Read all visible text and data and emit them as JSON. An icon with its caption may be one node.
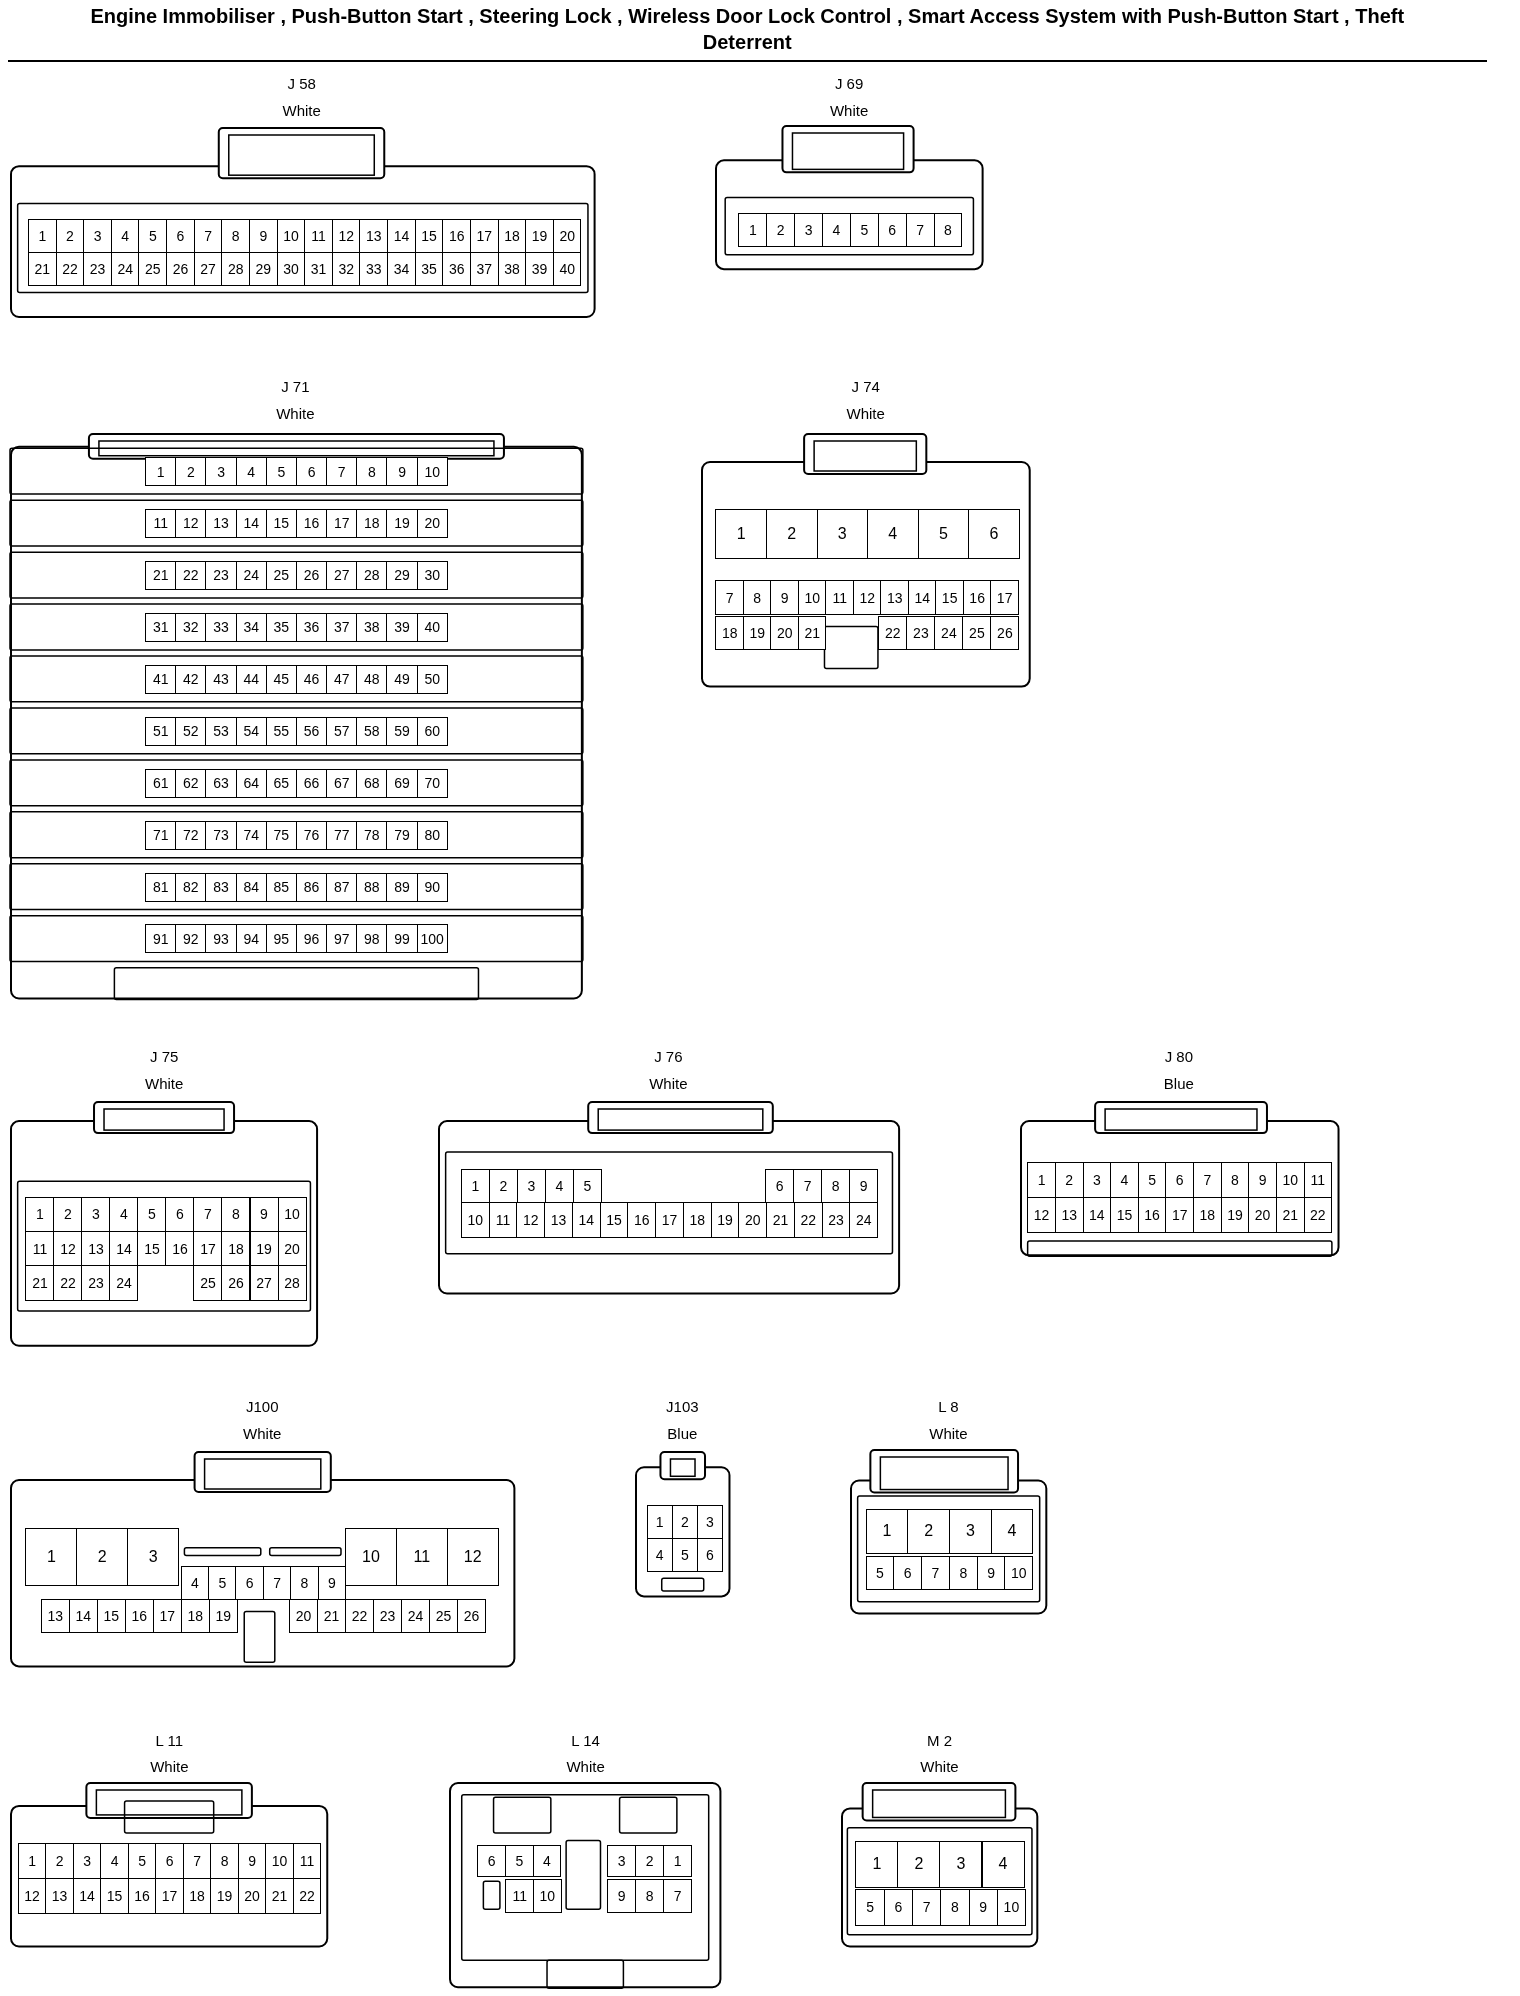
{
  "diagram": {
    "title": "Engine Immobiliser , Push-Button Start , Steering Lock , Wireless Door Lock Control , Smart Access System with Push-Button Start , Theft Deterrent",
    "nodes": [
      {
        "text": [
          "J 58",
          "White"
        ]
      },
      {
        "text": [
          "1"
        ],
        "in": 0
      },
      {
        "text": [
          "2"
        ],
        "in": 0
      },
      {
        "text": [
          "3"
        ],
        "in": 0
      },
      {
        "text": [
          "4"
        ],
        "in": 0
      },
      {
        "text": [
          "5"
        ],
        "in": 0
      },
      {
        "text": [
          "6"
        ],
        "in": 0
      },
      {
        "text": [
          "7"
        ],
        "in": 0
      },
      {
        "text": [
          "8"
        ],
        "in": 0
      },
      {
        "text": [
          "9"
        ],
        "in": 0
      },
      {
        "text": [
          "10"
        ],
        "in": 0
      },
      {
        "text": [
          "11"
        ],
        "in": 0
      },
      {
        "text": [
          "12"
        ],
        "in": 0
      },
      {
        "text": [
          "13"
        ],
        "in": 0
      },
      {
        "text": [
          "14"
        ],
        "in": 0
      },
      {
        "text": [
          "15"
        ],
        "in": 0
      },
      {
        "text": [
          "16"
        ],
        "in": 0
      },
      {
        "text": [
          "17"
        ],
        "in": 0
      },
      {
        "text": [
          "18"
        ],
        "in": 0
      },
      {
        "text": [
          "19"
        ],
        "in": 0
      },
      {
        "text": [
          "20"
        ],
        "in": 0
      },
      {
        "text": [
          "21"
        ],
        "in": 0
      },
      {
        "text": [
          "22"
        ],
        "in": 0
      },
      {
        "text": [
          "23"
        ],
        "in": 0
      },
      {
        "text": [
          "24"
        ],
        "in": 0
      },
      {
        "text": [
          "25"
        ],
        "in": 0
      },
      {
        "text": [
          "26"
        ],
        "in": 0
      },
      {
        "text": [
          "27"
        ],
        "in": 0
      },
      {
        "text": [
          "28"
        ],
        "in": 0
      },
      {
        "text": [
          "29"
        ],
        "in": 0
      },
      {
        "text": [
          "30"
        ],
        "in": 0
      },
      {
        "text": [
          "31"
        ],
        "in": 0
      },
      {
        "text": [
          "32"
        ],
        "in": 0
      },
      {
        "text": [
          "33"
        ],
        "in": 0
      },
      {
        "text": [
          "34"
        ],
        "in": 0
      },
      {
        "text": [
          "35"
        ],
        "in": 0
      },
      {
        "text": [
          "36"
        ],
        "in": 0
      },
      {
        "text": [
          "37"
        ],
        "in": 0
      },
      {
        "text": [
          "38"
        ],
        "in": 0
      },
      {
        "text": [
          "39"
        ],
        "in": 0
      },
      {
        "text": [
          "40"
        ],
        "in": 0
      },
      {
        "text": [
          "J 69",
          "White"
        ]
      },
      {
        "text": [
          "1"
        ],
        "in": 41
      },
      {
        "text": [
          "2"
        ],
        "in": 41
      },
      {
        "text": [
          "3"
        ],
        "in": 41
      },
      {
        "text": [
          "4"
        ],
        "in": 41
      },
      {
        "text": [
          "5"
        ],
        "in": 41
      },
      {
        "text": [
          "6"
        ],
        "in": 41
      },
      {
        "text": [
          "7"
        ],
        "in": 41
      },
      {
        "text": [
          "8"
        ],
        "in": 41
      },
      {
        "text": [
          "J 71",
          "White"
        ]
      },
      {
        "text": [
          "1"
        ],
        "in": 50
      },
      {
        "text": [
          "2"
        ],
        "in": 50
      },
      {
        "text": [
          "3"
        ],
        "in": 50
      },
      {
        "text": [
          "4"
        ],
        "in": 50
      },
      {
        "text": [
          "5"
        ],
        "in": 50
      },
      {
        "text": [
          "6"
        ],
        "in": 50
      },
      {
        "text": [
          "7"
        ],
        "in": 50
      },
      {
        "text": [
          "8"
        ],
        "in": 50
      },
      {
        "text": [
          "9"
        ],
        "in": 50
      },
      {
        "text": [
          "10"
        ],
        "in": 50
      },
      {
        "text": [
          "11"
        ],
        "in": 50
      },
      {
        "text": [
          "12"
        ],
        "in": 50
      },
      {
        "text": [
          "13"
        ],
        "in": 50
      },
      {
        "text": [
          "14"
        ],
        "in": 50
      },
      {
        "text": [
          "15"
        ],
        "in": 50
      },
      {
        "text": [
          "16"
        ],
        "in": 50
      },
      {
        "text": [
          "17"
        ],
        "in": 50
      },
      {
        "text": [
          "18"
        ],
        "in": 50
      },
      {
        "text": [
          "19"
        ],
        "in": 50
      },
      {
        "text": [
          "20"
        ],
        "in": 50
      },
      {
        "text": [
          "21"
        ],
        "in": 50
      },
      {
        "text": [
          "22"
        ],
        "in": 50
      },
      {
        "text": [
          "23"
        ],
        "in": 50
      },
      {
        "text": [
          "24"
        ],
        "in": 50
      },
      {
        "text": [
          "25"
        ],
        "in": 50
      },
      {
        "text": [
          "26"
        ],
        "in": 50
      },
      {
        "text": [
          "27"
        ],
        "in": 50
      },
      {
        "text": [
          "28"
        ],
        "in": 50
      },
      {
        "text": [
          "29"
        ],
        "in": 50
      },
      {
        "text": [
          "30"
        ],
        "in": 50
      },
      {
        "text": [
          "31"
        ],
        "in": 50
      },
      {
        "text": [
          "32"
        ],
        "in": 50
      },
      {
        "text": [
          "33"
        ],
        "in": 50
      },
      {
        "text": [
          "34"
        ],
        "in": 50
      },
      {
        "text": [
          "35"
        ],
        "in": 50
      },
      {
        "text": [
          "36"
        ],
        "in": 50
      },
      {
        "text": [
          "37"
        ],
        "in": 50
      },
      {
        "text": [
          "38"
        ],
        "in": 50
      },
      {
        "text": [
          "39"
        ],
        "in": 50
      },
      {
        "text": [
          "40"
        ],
        "in": 50
      },
      {
        "text": [
          "41"
        ],
        "in": 50
      },
      {
        "text": [
          "42"
        ],
        "in": 50
      },
      {
        "text": [
          "43"
        ],
        "in": 50
      },
      {
        "text": [
          "44"
        ],
        "in": 50
      },
      {
        "text": [
          "45"
        ],
        "in": 50
      },
      {
        "text": [
          "46"
        ],
        "in": 50
      },
      {
        "text": [
          "47"
        ],
        "in": 50
      },
      {
        "text": [
          "48"
        ],
        "in": 50
      },
      {
        "text": [
          "49"
        ],
        "in": 50
      },
      {
        "text": [
          "50"
        ],
        "in": 50
      },
      {
        "text": [
          "51"
        ],
        "in": 50
      },
      {
        "text": [
          "52"
        ],
        "in": 50
      },
      {
        "text": [
          "53"
        ],
        "in": 50
      },
      {
        "text": [
          "54"
        ],
        "in": 50
      },
      {
        "text": [
          "55"
        ],
        "in": 50
      },
      {
        "text": [
          "56"
        ],
        "in": 50
      },
      {
        "text": [
          "57"
        ],
        "in": 50
      },
      {
        "text": [
          "58"
        ],
        "in": 50
      },
      {
        "text": [
          "59"
        ],
        "in": 50
      },
      {
        "text": [
          "60"
        ],
        "in": 50
      },
      {
        "text": [
          "61"
        ],
        "in": 50
      },
      {
        "text": [
          "62"
        ],
        "in": 50
      },
      {
        "text": [
          "63"
        ],
        "in": 50
      },
      {
        "text": [
          "64"
        ],
        "in": 50
      },
      {
        "text": [
          "65"
        ],
        "in": 50
      },
      {
        "text": [
          "66"
        ],
        "in": 50
      },
      {
        "text": [
          "67"
        ],
        "in": 50
      },
      {
        "text": [
          "68"
        ],
        "in": 50
      },
      {
        "text": [
          "69"
        ],
        "in": 50
      },
      {
        "text": [
          "70"
        ],
        "in": 50
      },
      {
        "text": [
          "71"
        ],
        "in": 50
      },
      {
        "text": [
          "72"
        ],
        "in": 50
      },
      {
        "text": [
          "73"
        ],
        "in": 50
      },
      {
        "text": [
          "74"
        ],
        "in": 50
      },
      {
        "text": [
          "75"
        ],
        "in": 50
      },
      {
        "text": [
          "76"
        ],
        "in": 50
      },
      {
        "text": [
          "77"
        ],
        "in": 50
      },
      {
        "text": [
          "78"
        ],
        "in": 50
      },
      {
        "text": [
          "79"
        ],
        "in": 50
      },
      {
        "text": [
          "80"
        ],
        "in": 50
      },
      {
        "text": [
          "81"
        ],
        "in": 50
      },
      {
        "text": [
          "82"
        ],
        "in": 50
      },
      {
        "text": [
          "83"
        ],
        "in": 50
      },
      {
        "text": [
          "84"
        ],
        "in": 50
      },
      {
        "text": [
          "85"
        ],
        "in": 50
      },
      {
        "text": [
          "86"
        ],
        "in": 50
      },
      {
        "text": [
          "87"
        ],
        "in": 50
      },
      {
        "text": [
          "88"
        ],
        "in": 50
      },
      {
        "text": [
          "89"
        ],
        "in": 50
      },
      {
        "text": [
          "90"
        ],
        "in": 50
      },
      {
        "text": [
          "91"
        ],
        "in": 50
      },
      {
        "text": [
          "92"
        ],
        "in": 50
      },
      {
        "text": [
          "93"
        ],
        "in": 50
      },
      {
        "text": [
          "94"
        ],
        "in": 50
      },
      {
        "text": [
          "95"
        ],
        "in": 50
      },
      {
        "text": [
          "96"
        ],
        "in": 50
      },
      {
        "text": [
          "97"
        ],
        "in": 50
      },
      {
        "text": [
          "98"
        ],
        "in": 50
      },
      {
        "text": [
          "99"
        ],
        "in": 50
      },
      {
        "text": [
          "100"
        ],
        "in": 50
      },
      {
        "text": [
          "J 74",
          "White"
        ]
      },
      {
        "text": [
          "1"
        ],
        "in": 151
      },
      {
        "text": [
          "2"
        ],
        "in": 151
      },
      {
        "text": [
          "3"
        ],
        "in": 151
      },
      {
        "text": [
          "4"
        ],
        "in": 151
      },
      {
        "text": [
          "5"
        ],
        "in": 151
      },
      {
        "text": [
          "6"
        ],
        "in": 151
      },
      {
        "text": [
          "7"
        ],
        "in": 151
      },
      {
        "text": [
          "8"
        ],
        "in": 151
      },
      {
        "text": [
          "9"
        ],
        "in": 151
      },
      {
        "text": [
          "10"
        ],
        "in": 151
      },
      {
        "text": [
          "11"
        ],
        "in": 151
      },
      {
        "text": [
          "12"
        ],
        "in": 151
      },
      {
        "text": [
          "13"
        ],
        "in": 151
      },
      {
        "text": [
          "14"
        ],
        "in": 151
      },
      {
        "text": [
          "15"
        ],
        "in": 151
      },
      {
        "text": [
          "16"
        ],
        "in": 151
      },
      {
        "text": [
          "17"
        ],
        "in": 151
      },
      {
        "text": [
          "18"
        ],
        "in": 151
      },
      {
        "text": [
          "19"
        ],
        "in": 151
      },
      {
        "text": [
          "20"
        ],
        "in": 151
      },
      {
        "text": [
          "21"
        ],
        "in": 151
      },
      {
        "text": [
          "22"
        ],
        "in": 151
      },
      {
        "text": [
          "23"
        ],
        "in": 151
      },
      {
        "text": [
          "24"
        ],
        "in": 151
      },
      {
        "text": [
          "25"
        ],
        "in": 151
      },
      {
        "text": [
          "26"
        ],
        "in": 151
      },
      {
        "text": [
          "J 75",
          "White"
        ]
      },
      {
        "text": [
          "1"
        ],
        "in": 178
      },
      {
        "text": [
          "2"
        ],
        "in": 178
      },
      {
        "text": [
          "3"
        ],
        "in": 178
      },
      {
        "text": [
          "4"
        ],
        "in": 178
      },
      {
        "text": [
          "5"
        ],
        "in": 178
      },
      {
        "text": [
          "6"
        ],
        "in": 178
      },
      {
        "text": [
          "7"
        ],
        "in": 178
      },
      {
        "text": [
          "8"
        ],
        "in": 178
      },
      {
        "text": [
          "9"
        ],
        "in": 178
      },
      {
        "text": [
          "10"
        ],
        "in": 178
      },
      {
        "text": [
          "11"
        ],
        "in": 178
      },
      {
        "text": [
          "12"
        ],
        "in": 178
      },
      {
        "text": [
          "13"
        ],
        "in": 178
      },
      {
        "text": [
          "14"
        ],
        "in": 178
      },
      {
        "text": [
          "15"
        ],
        "in": 178
      },
      {
        "text": [
          "16"
        ],
        "in": 178
      },
      {
        "text": [
          "17"
        ],
        "in": 178
      },
      {
        "text": [
          "18"
        ],
        "in": 178
      },
      {
        "text": [
          "19"
        ],
        "in": 178
      },
      {
        "text": [
          "20"
        ],
        "in": 178
      },
      {
        "text": [
          "21"
        ],
        "in": 178
      },
      {
        "text": [
          "22"
        ],
        "in": 178
      },
      {
        "text": [
          "23"
        ],
        "in": 178
      },
      {
        "text": [
          "24"
        ],
        "in": 178
      },
      {
        "text": [
          "25"
        ],
        "in": 178
      },
      {
        "text": [
          "26"
        ],
        "in": 178
      },
      {
        "text": [
          "27"
        ],
        "in": 178
      },
      {
        "text": [
          "28"
        ],
        "in": 178
      },
      {
        "text": [
          "J 76",
          "White"
        ]
      },
      {
        "text": [
          "1"
        ],
        "in": 207
      },
      {
        "text": [
          "2"
        ],
        "in": 207
      },
      {
        "text": [
          "3"
        ],
        "in": 207
      },
      {
        "text": [
          "4"
        ],
        "in": 207
      },
      {
        "text": [
          "5"
        ],
        "in": 207
      },
      {
        "text": [
          "6"
        ],
        "in": 207
      },
      {
        "text": [
          "7"
        ],
        "in": 207
      },
      {
        "text": [
          "8"
        ],
        "in": 207
      },
      {
        "text": [
          "9"
        ],
        "in": 207
      },
      {
        "text": [
          "10"
        ],
        "in": 207
      },
      {
        "text": [
          "11"
        ],
        "in": 207
      },
      {
        "text": [
          "12"
        ],
        "in": 207
      },
      {
        "text": [
          "13"
        ],
        "in": 207
      },
      {
        "text": [
          "14"
        ],
        "in": 207
      },
      {
        "text": [
          "15"
        ],
        "in": 207
      },
      {
        "text": [
          "16"
        ],
        "in": 207
      },
      {
        "text": [
          "17"
        ],
        "in": 207
      },
      {
        "text": [
          "18"
        ],
        "in": 207
      },
      {
        "text": [
          "19"
        ],
        "in": 207
      },
      {
        "text": [
          "20"
        ],
        "in": 207
      },
      {
        "text": [
          "21"
        ],
        "in": 207
      },
      {
        "text": [
          "22"
        ],
        "in": 207
      },
      {
        "text": [
          "23"
        ],
        "in": 207
      },
      {
        "text": [
          "24"
        ],
        "in": 207
      },
      {
        "text": [
          "J 80",
          "Blue"
        ]
      },
      {
        "text": [
          "1"
        ],
        "in": 232
      },
      {
        "text": [
          "2"
        ],
        "in": 232
      },
      {
        "text": [
          "3"
        ],
        "in": 232
      },
      {
        "text": [
          "4"
        ],
        "in": 232
      },
      {
        "text": [
          "5"
        ],
        "in": 232
      },
      {
        "text": [
          "6"
        ],
        "in": 232
      },
      {
        "text": [
          "7"
        ],
        "in": 232
      },
      {
        "text": [
          "8"
        ],
        "in": 232
      },
      {
        "text": [
          "9"
        ],
        "in": 232
      },
      {
        "text": [
          "10"
        ],
        "in": 232
      },
      {
        "text": [
          "11"
        ],
        "in": 232
      },
      {
        "text": [
          "12"
        ],
        "in": 232
      },
      {
        "text": [
          "13"
        ],
        "in": 232
      },
      {
        "text": [
          "14"
        ],
        "in": 232
      },
      {
        "text": [
          "15"
        ],
        "in": 232
      },
      {
        "text": [
          "16"
        ],
        "in": 232
      },
      {
        "text": [
          "17"
        ],
        "in": 232
      },
      {
        "text": [
          "18"
        ],
        "in": 232
      },
      {
        "text": [
          "19"
        ],
        "in": 232
      },
      {
        "text": [
          "20"
        ],
        "in": 232
      },
      {
        "text": [
          "21"
        ],
        "in": 232
      },
      {
        "text": [
          "22"
        ],
        "in": 232
      },
      {
        "text": [
          "J100",
          "White"
        ]
      },
      {
        "text": [
          "1"
        ],
        "in": 255
      },
      {
        "text": [
          "2"
        ],
        "in": 255
      },
      {
        "text": [
          "3"
        ],
        "in": 255
      },
      {
        "text": [
          "4"
        ],
        "in": 255
      },
      {
        "text": [
          "5"
        ],
        "in": 255
      },
      {
        "text": [
          "6"
        ],
        "in": 255
      },
      {
        "text": [
          "7"
        ],
        "in": 255
      },
      {
        "text": [
          "8"
        ],
        "in": 255
      },
      {
        "text": [
          "9"
        ],
        "in": 255
      },
      {
        "text": [
          "10"
        ],
        "in": 255
      },
      {
        "text": [
          "11"
        ],
        "in": 255
      },
      {
        "text": [
          "12"
        ],
        "in": 255
      },
      {
        "text": [
          "13"
        ],
        "in": 255
      },
      {
        "text": [
          "14"
        ],
        "in": 255
      },
      {
        "text": [
          "15"
        ],
        "in": 255
      },
      {
        "text": [
          "16"
        ],
        "in": 255
      },
      {
        "text": [
          "17"
        ],
        "in": 255
      },
      {
        "text": [
          "18"
        ],
        "in": 255
      },
      {
        "text": [
          "19"
        ],
        "in": 255
      },
      {
        "text": [
          "20"
        ],
        "in": 255
      },
      {
        "text": [
          "21"
        ],
        "in": 255
      },
      {
        "text": [
          "22"
        ],
        "in": 255
      },
      {
        "text": [
          "23"
        ],
        "in": 255
      },
      {
        "text": [
          "24"
        ],
        "in": 255
      },
      {
        "text": [
          "25"
        ],
        "in": 255
      },
      {
        "text": [
          "26"
        ],
        "in": 255
      },
      {
        "text": [
          "J103",
          "Blue"
        ]
      },
      {
        "text": [
          "1"
        ],
        "in": 282
      },
      {
        "text": [
          "2"
        ],
        "in": 282
      },
      {
        "text": [
          "3"
        ],
        "in": 282
      },
      {
        "text": [
          "4"
        ],
        "in": 282
      },
      {
        "text": [
          "5"
        ],
        "in": 282
      },
      {
        "text": [
          "6"
        ],
        "in": 282
      },
      {
        "text": [
          "L 8",
          "White"
        ]
      },
      {
        "text": [
          "1"
        ],
        "in": 289
      },
      {
        "text": [
          "2"
        ],
        "in": 289
      },
      {
        "text": [
          "3"
        ],
        "in": 289
      },
      {
        "text": [
          "4"
        ],
        "in": 289
      },
      {
        "text": [
          "5"
        ],
        "in": 289
      },
      {
        "text": [
          "6"
        ],
        "in": 289
      },
      {
        "text": [
          "7"
        ],
        "in": 289
      },
      {
        "text": [
          "8"
        ],
        "in": 289
      },
      {
        "text": [
          "9"
        ],
        "in": 289
      },
      {
        "text": [
          "10"
        ],
        "in": 289
      },
      {
        "text": [
          "L 11",
          "White"
        ]
      },
      {
        "text": [
          "1"
        ],
        "in": 300
      },
      {
        "text": [
          "2"
        ],
        "in": 300
      },
      {
        "text": [
          "3"
        ],
        "in": 300
      },
      {
        "text": [
          "4"
        ],
        "in": 300
      },
      {
        "text": [
          "5"
        ],
        "in": 300
      },
      {
        "text": [
          "6"
        ],
        "in": 300
      },
      {
        "text": [
          "7"
        ],
        "in": 300
      },
      {
        "text": [
          "8"
        ],
        "in": 300
      },
      {
        "text": [
          "9"
        ],
        "in": 300
      },
      {
        "text": [
          "10"
        ],
        "in": 300
      },
      {
        "text": [
          "11"
        ],
        "in": 300
      },
      {
        "text": [
          "12"
        ],
        "in": 300
      },
      {
        "text": [
          "13"
        ],
        "in": 300
      },
      {
        "text": [
          "14"
        ],
        "in": 300
      },
      {
        "text": [
          "15"
        ],
        "in": 300
      },
      {
        "text": [
          "16"
        ],
        "in": 300
      },
      {
        "text": [
          "17"
        ],
        "in": 300
      },
      {
        "text": [
          "18"
        ],
        "in": 300
      },
      {
        "text": [
          "19"
        ],
        "in": 300
      },
      {
        "text": [
          "20"
        ],
        "in": 300
      },
      {
        "text": [
          "21"
        ],
        "in": 300
      },
      {
        "text": [
          "22"
        ],
        "in": 300
      },
      {
        "text": [
          "L 14",
          "White"
        ]
      },
      {
        "text": [
          "6"
        ],
        "in": 323
      },
      {
        "text": [
          "5"
        ],
        "in": 323
      },
      {
        "text": [
          "4"
        ],
        "in": 323
      },
      {
        "text": [
          "3"
        ],
        "in": 323
      },
      {
        "text": [
          "2"
        ],
        "in": 323
      },
      {
        "text": [
          "1"
        ],
        "in": 323
      },
      {
        "text": [
          "11"
        ],
        "in": 323
      },
      {
        "text": [
          "10"
        ],
        "in": 323
      },
      {
        "text": [
          "9"
        ],
        "in": 323
      },
      {
        "text": [
          "8"
        ],
        "in": 323
      },
      {
        "text": [
          "7"
        ],
        "in": 323
      },
      {
        "text": [
          "M 2",
          "White"
        ]
      },
      {
        "text": [
          "1"
        ],
        "in": 335
      },
      {
        "text": [
          "2"
        ],
        "in": 335
      },
      {
        "text": [
          "3"
        ],
        "in": 335
      },
      {
        "text": [
          "4"
        ],
        "in": 335
      },
      {
        "text": [
          "5"
        ],
        "in": 335
      },
      {
        "text": [
          "6"
        ],
        "in": 335
      },
      {
        "text": [
          "7"
        ],
        "in": 335
      },
      {
        "text": [
          "8"
        ],
        "in": 335
      },
      {
        "text": [
          "9"
        ],
        "in": 335
      },
      {
        "text": [
          "10"
        ],
        "in": 335
      }
    ]
  }
}
